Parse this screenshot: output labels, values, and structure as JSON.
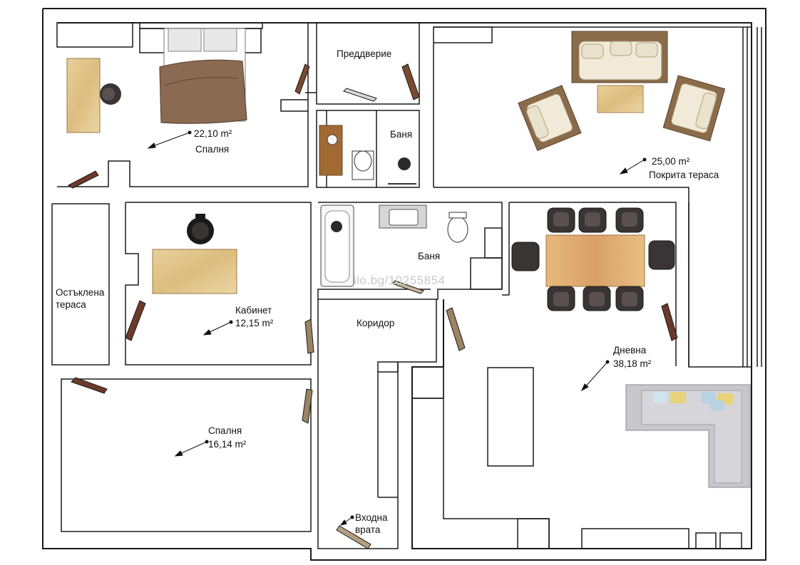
{
  "rooms": {
    "bedroom_top": {
      "name": "Спалня",
      "area": "22,10 m²"
    },
    "vestibule": {
      "name": "Преддверие"
    },
    "bath_small": {
      "name": "Баня"
    },
    "covered_terrace": {
      "name": "Покрита тераса",
      "area": "25,00 m²"
    },
    "glazed_terrace": {
      "name": "Остъклена\nтераса"
    },
    "study": {
      "name": "Кабинет",
      "area": "12,15 m²"
    },
    "bath_large": {
      "name": "Баня"
    },
    "corridor": {
      "name": "Коридор"
    },
    "living": {
      "name": "Дневна",
      "area": "38,18 m²"
    },
    "bedroom_bottom": {
      "name": "Спалня",
      "area": "16,14 m²"
    },
    "entrance": {
      "name": "Входна\nврата"
    }
  },
  "watermark": "ilo.bg/10255854",
  "colors": {
    "wall": "#1a1a1a",
    "wood": "#e7cd94",
    "bed": "#8a6a52",
    "sofa": "#f1ead8",
    "sofa_frame": "#8a6b4a",
    "corner_sofa": "#c8c8cc",
    "chair": "#3a3434",
    "door": "#6b3a2a"
  }
}
